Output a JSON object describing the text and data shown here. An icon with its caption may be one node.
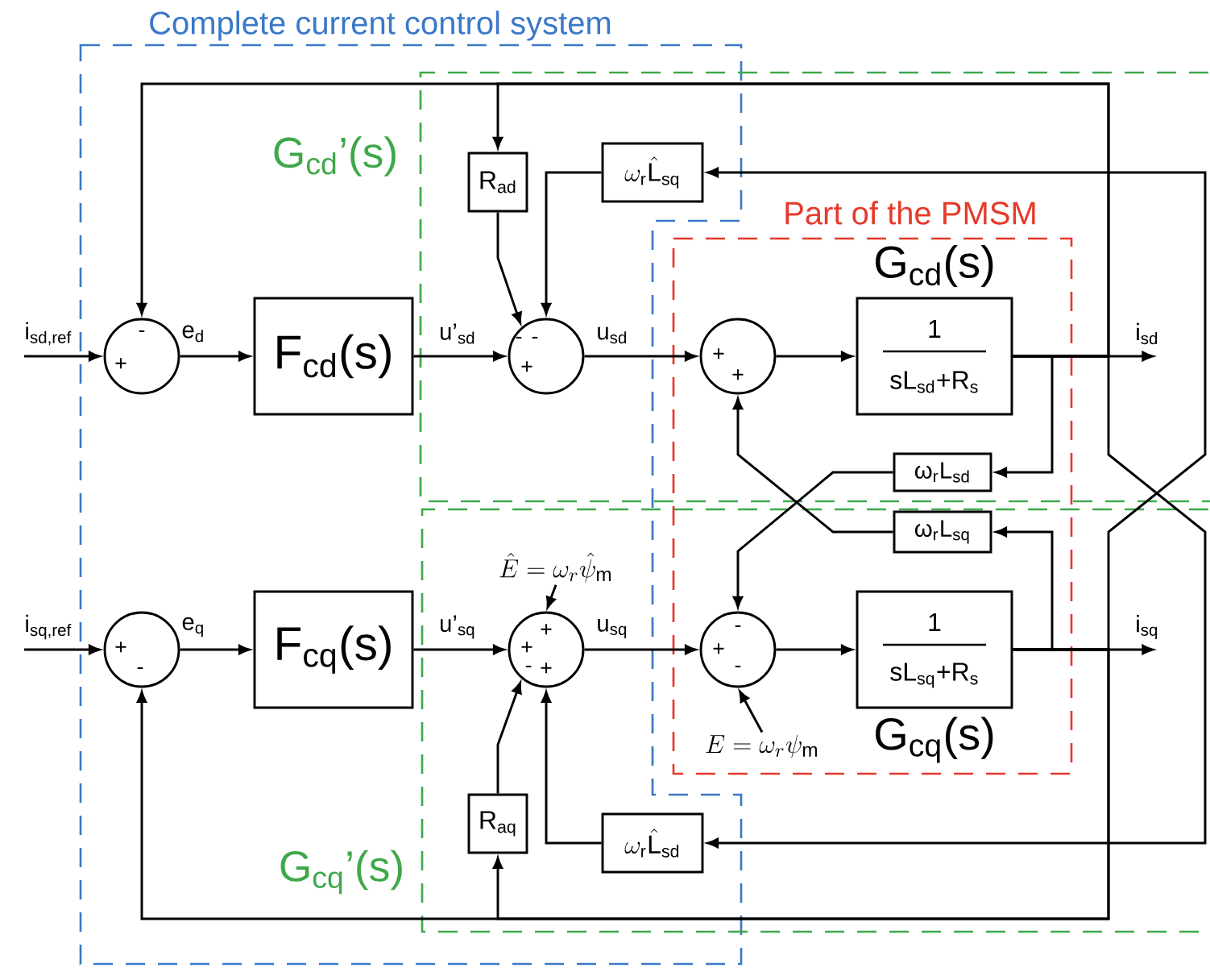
{
  "diagram": {
    "nodes": [
      {
        "text": [
          "+",
          "-"
        ]
      },
      {
        "text": [
          "F$_{cd}$(s)"
        ]
      },
      {
        "text": [
          "R$_{ad}$"
        ]
      },
      {
        "text": [
          "\\omega_{\\mathrm{r}}\\hat{\\mathrm{L}}_{\\mathrm{sq}}"
        ]
      },
      {
        "text": [
          "-",
          "-",
          "+"
        ]
      },
      {
        "text": [
          "+",
          "+"
        ]
      },
      {
        "text": [
          "G$_{cd}$(s)",
          "1",
          "sL$_{sd}$+R$_{s}$"
        ]
      },
      {
        "text": [
          "ω$_{r}$L$_{sd}$"
        ]
      },
      {
        "text": [
          "ω$_{r}$L$_{sq}$"
        ]
      },
      {
        "text": [
          "\\hat{E}=\\omega_{r}\\hat{\\psi}_{\\mathrm{m}}"
        ]
      },
      {
        "text": [
          "+",
          "-"
        ]
      },
      {
        "text": [
          "F$_{cq}$(s)"
        ]
      },
      {
        "text": [
          "+",
          "+",
          "-",
          "+"
        ]
      },
      {
        "text": [
          "-",
          "+",
          "-"
        ]
      },
      {
        "text": [
          "1",
          "sL$_{sq}$+R$_{s}$",
          "G$_{cq}$(s)"
        ]
      },
      {
        "text": [
          "E=\\omega_{r}\\psi_{\\mathrm{m}}"
        ]
      },
      {
        "text": [
          "R$_{aq}$"
        ]
      },
      {
        "text": [
          "\\omega_{\\mathrm{r}}\\hat{\\mathrm{L}}_{\\mathrm{sd}}"
        ]
      }
    ],
    "edges": [
      {
        "from": null,
        "to": 0,
        "arrow": "to",
        "label": "i$_{sd,ref}$"
      },
      {
        "from": 0,
        "to": 1,
        "arrow": "to",
        "label": "e$_{d}$"
      },
      {
        "from": 1,
        "to": 4,
        "arrow": "to",
        "label": "u’$_{sd}$"
      },
      {
        "from": 4,
        "to": 5,
        "arrow": "to",
        "label": "u$_{sd}$"
      },
      {
        "from": 5,
        "to": 6,
        "arrow": "to"
      },
      {
        "from": 6,
        "to": null,
        "arrow": "to",
        "label": "i$_{sd}$"
      },
      {
        "from": 6,
        "to": 0,
        "arrow": "to"
      },
      {
        "from": 6,
        "to": 2,
        "arrow": "to"
      },
      {
        "from": 2,
        "to": 4,
        "arrow": "to"
      },
      {
        "from": 3,
        "to": 4,
        "arrow": "to"
      },
      {
        "from": 6,
        "to": 7,
        "arrow": "to"
      },
      {
        "from": 7,
        "to": 13,
        "arrow": "to"
      },
      {
        "from": 8,
        "to": 5,
        "arrow": "to"
      },
      {
        "from": 17,
        "to": 12,
        "arrow": "to"
      },
      {
        "from": null,
        "to": 10,
        "arrow": "to",
        "label": "i$_{sq,ref}$"
      },
      {
        "from": 10,
        "to": 11,
        "arrow": "to",
        "label": "e$_{q}$"
      },
      {
        "from": 11,
        "to": 12,
        "arrow": "to",
        "label": "u’$_{sq}$"
      },
      {
        "from": 12,
        "to": 13,
        "arrow": "to",
        "label": "u$_{sq}$"
      },
      {
        "from": 13,
        "to": 14,
        "arrow": "to"
      },
      {
        "from": 14,
        "to": null,
        "arrow": "to",
        "label": "i$_{sq}$"
      },
      {
        "from": 14,
        "to": 10,
        "arrow": "to"
      },
      {
        "from": 14,
        "to": 16,
        "arrow": "to"
      },
      {
        "from": 16,
        "to": 12,
        "arrow": "to"
      },
      {
        "from": 14,
        "to": 8,
        "arrow": "to"
      },
      {
        "from": 9,
        "to": 12,
        "arrow": "to"
      },
      {
        "from": 15,
        "to": 13,
        "arrow": "to"
      },
      {
        "from": 14,
        "to": 3,
        "arrow": "to"
      },
      {
        "from": 6,
        "to": 17,
        "arrow": "to"
      }
    ],
    "labels": [
      "Complete current control system",
      "G$_{cd}$’(s)",
      "Part of the PMSM",
      "G$_{cq}$’(s)"
    ]
  }
}
